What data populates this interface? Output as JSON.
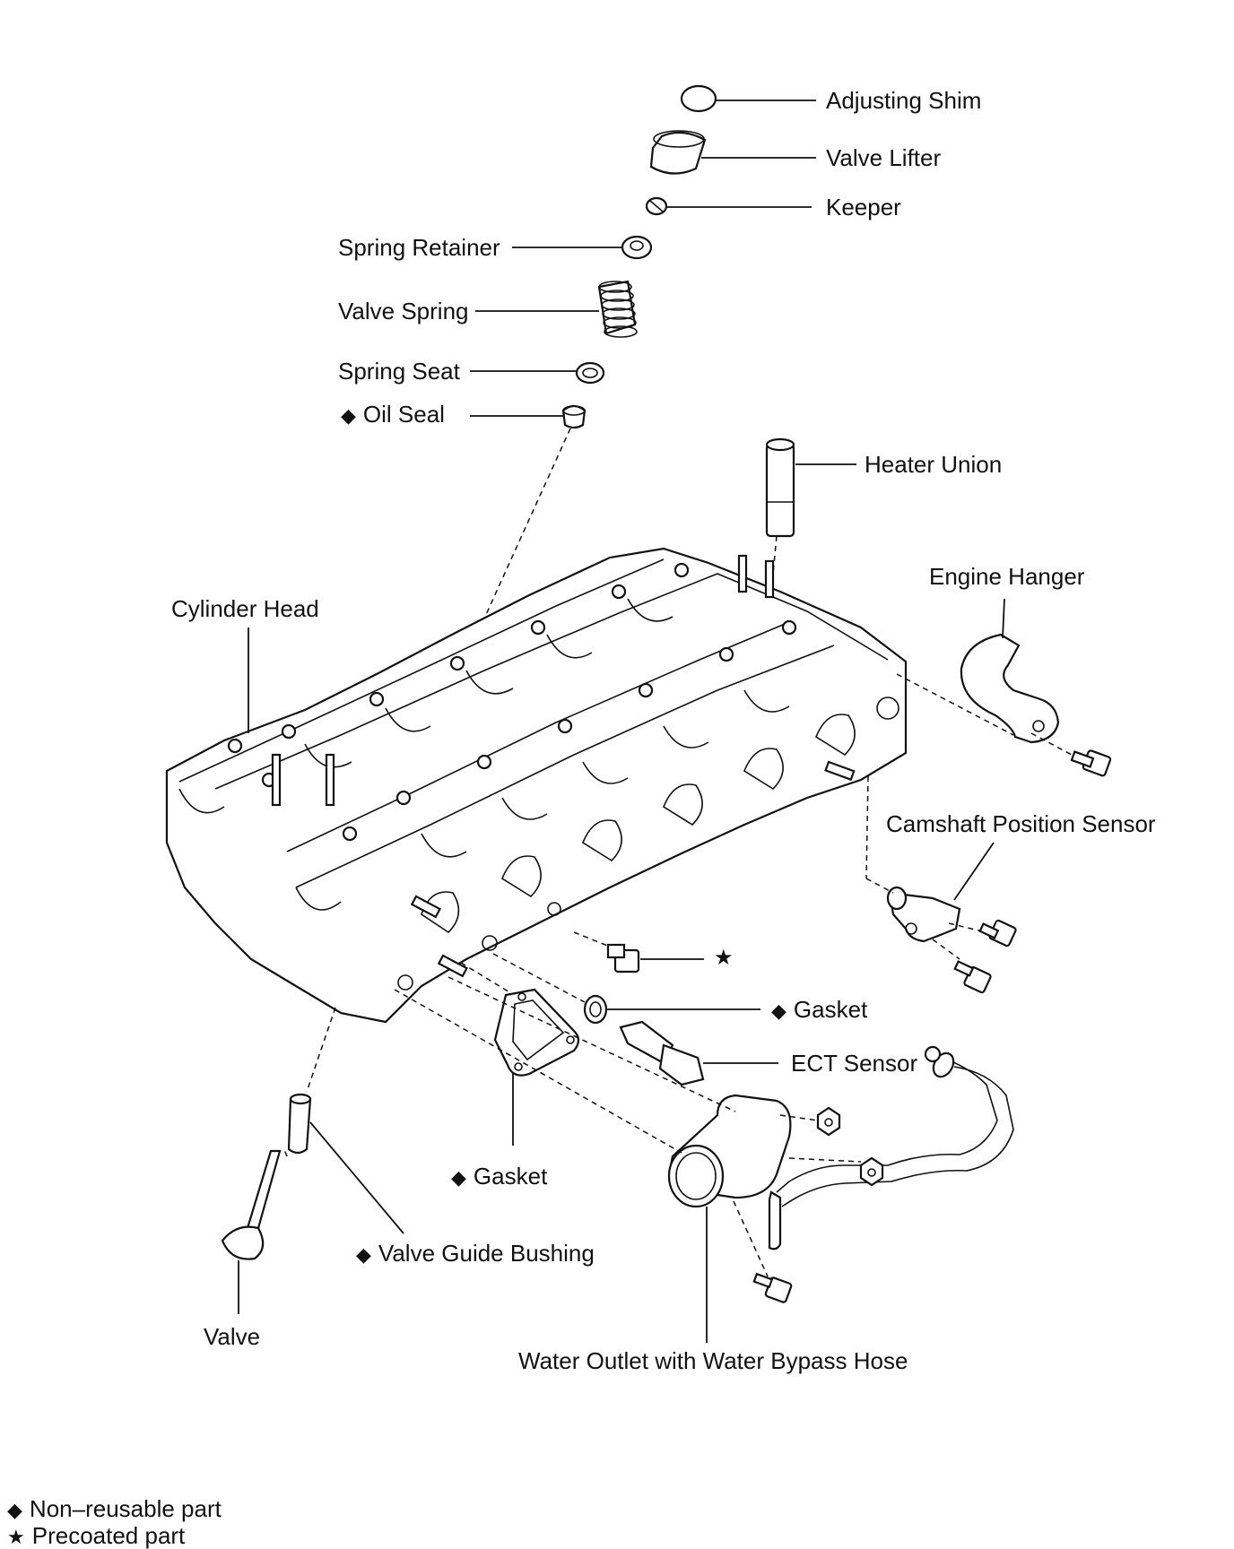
{
  "labels": {
    "adjusting_shim": "Adjusting Shim",
    "valve_lifter": "Valve Lifter",
    "keeper": "Keeper",
    "spring_retainer": "Spring Retainer",
    "valve_spring": "Valve Spring",
    "spring_seat": "Spring Seat",
    "oil_seal": "Oil Seal",
    "heater_union": "Heater Union",
    "cylinder_head": "Cylinder Head",
    "engine_hanger": "Engine Hanger",
    "camshaft_position_sensor": "Camshaft Position Sensor",
    "gasket_sensor": "Gasket",
    "ect_sensor": "ECT Sensor",
    "gasket_outlet": "Gasket",
    "valve_guide_bushing": "Valve Guide Bushing",
    "valve": "Valve",
    "water_outlet": "Water Outlet with Water Bypass Hose"
  },
  "symbols": {
    "non_reusable": "◆",
    "precoated": "★"
  },
  "legend": {
    "non_reusable_text": "Non–reusable part",
    "precoated_text": "Precoated part"
  }
}
